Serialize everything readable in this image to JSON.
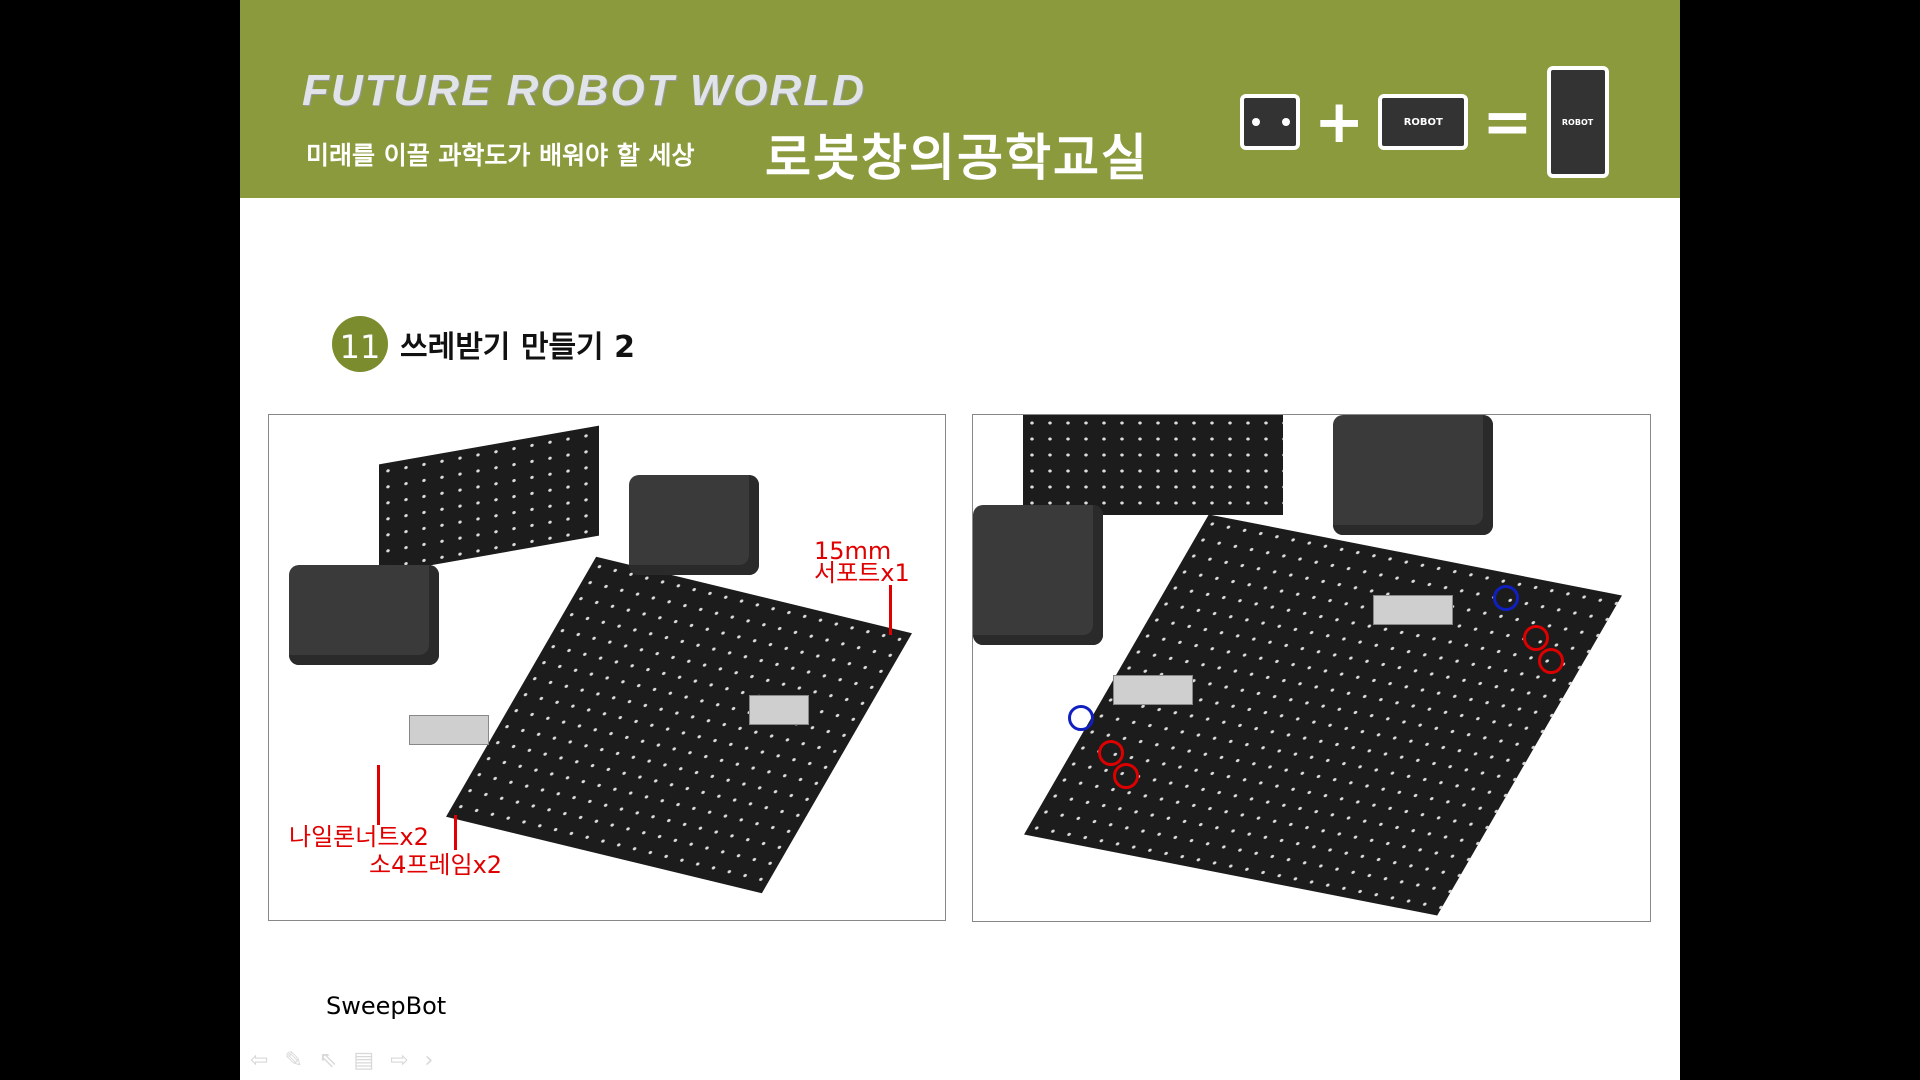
{
  "header": {
    "brand": "FUTURE ROBOT WORLD",
    "tagline": "미래를 이끌 과학도가 배워야 할 세상",
    "class_name": "로봇창의공학교실",
    "equation": {
      "plus": "+",
      "equals": "=",
      "part_label": "ROBOT",
      "robot_label": "ROBOT"
    },
    "color": "#8a9a3c"
  },
  "step": {
    "number": "11",
    "title": "쓰레받기 만들기 2"
  },
  "left_image": {
    "labels": {
      "support": "15mm\n서포트x1",
      "nut": "나일론너트x2",
      "frame": "소4프레임x2"
    }
  },
  "footer": {
    "text": "SweepBot"
  },
  "controls": {
    "prev": "⇦",
    "pen": "✎",
    "pointer": "⇖",
    "menu": "▤",
    "next": "⇨",
    "more": "›"
  }
}
